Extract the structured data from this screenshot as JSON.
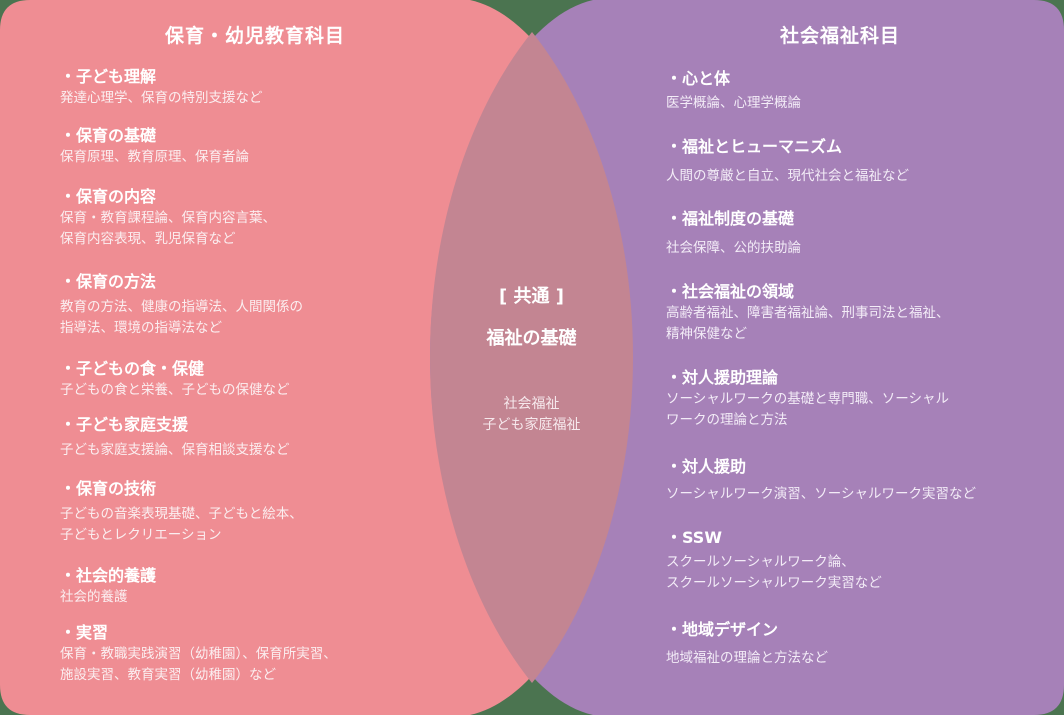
{
  "colors": {
    "background": "#4b7450",
    "left_circle": "#ef8d93",
    "right_circle": "#a681b8",
    "overlap": "#c38592",
    "text": "#ffffff"
  },
  "left": {
    "title": "保育・幼児教育科目",
    "items": [
      {
        "title": "・子ども理解",
        "desc": [
          "発達心理学、保育の特別支援など"
        ]
      },
      {
        "title": "・保育の基礎",
        "desc": [
          "保育原理、教育原理、保育者論"
        ]
      },
      {
        "title": "・保育の内容",
        "desc": [
          "保育・教育課程論、保育内容言葉、",
          "保育内容表現、乳児保育など"
        ]
      },
      {
        "title": "・保育の方法",
        "desc": [
          "教育の方法、健康の指導法、人間関係の",
          "指導法、環境の指導法など"
        ]
      },
      {
        "title": "・子どもの食・保健",
        "desc": [
          "子どもの食と栄養、子どもの保健など"
        ]
      },
      {
        "title": "・子ども家庭支援",
        "desc": [
          "子ども家庭支援論、保育相談支援など"
        ]
      },
      {
        "title": "・保育の技術",
        "desc": [
          "子どもの音楽表現基礎、子どもと絵本、",
          "子どもとレクリエーション"
        ]
      },
      {
        "title": "・社会的養護",
        "desc": [
          "社会的養護"
        ]
      },
      {
        "title": "・実習",
        "desc": [
          "保育・教職実践演習（幼稚園）、保育所実習、",
          "施設実習、教育実習（幼稚園）など"
        ]
      }
    ]
  },
  "center": {
    "label": "[ 共通 ]",
    "title": "福祉の基礎",
    "desc": [
      "社会福祉",
      "子ども家庭福祉"
    ]
  },
  "right": {
    "title": "社会福祉科目",
    "items": [
      {
        "title": "・心と体",
        "desc": [
          "医学概論、心理学概論"
        ]
      },
      {
        "title": "・福祉とヒューマニズム",
        "desc": [
          "人間の尊厳と自立、現代社会と福祉など"
        ]
      },
      {
        "title": "・福祉制度の基礎",
        "desc": [
          "社会保障、公的扶助論"
        ]
      },
      {
        "title": "・社会福祉の領域",
        "desc": [
          "高齢者福祉、障害者福祉論、刑事司法と福祉、",
          "精神保健など"
        ]
      },
      {
        "title": "・対人援助理論",
        "desc": [
          "ソーシャルワークの基礎と専門職、ソーシャル",
          "ワークの理論と方法"
        ]
      },
      {
        "title": "・対人援助",
        "desc": [
          "ソーシャルワーク演習、ソーシャルワーク実習など"
        ]
      },
      {
        "title": "・SSW",
        "desc": [
          "スクールソーシャルワーク論、",
          "スクールソーシャルワーク実習など"
        ]
      },
      {
        "title": "・地域デザイン",
        "desc": [
          "地域福祉の理論と方法など"
        ]
      }
    ]
  }
}
